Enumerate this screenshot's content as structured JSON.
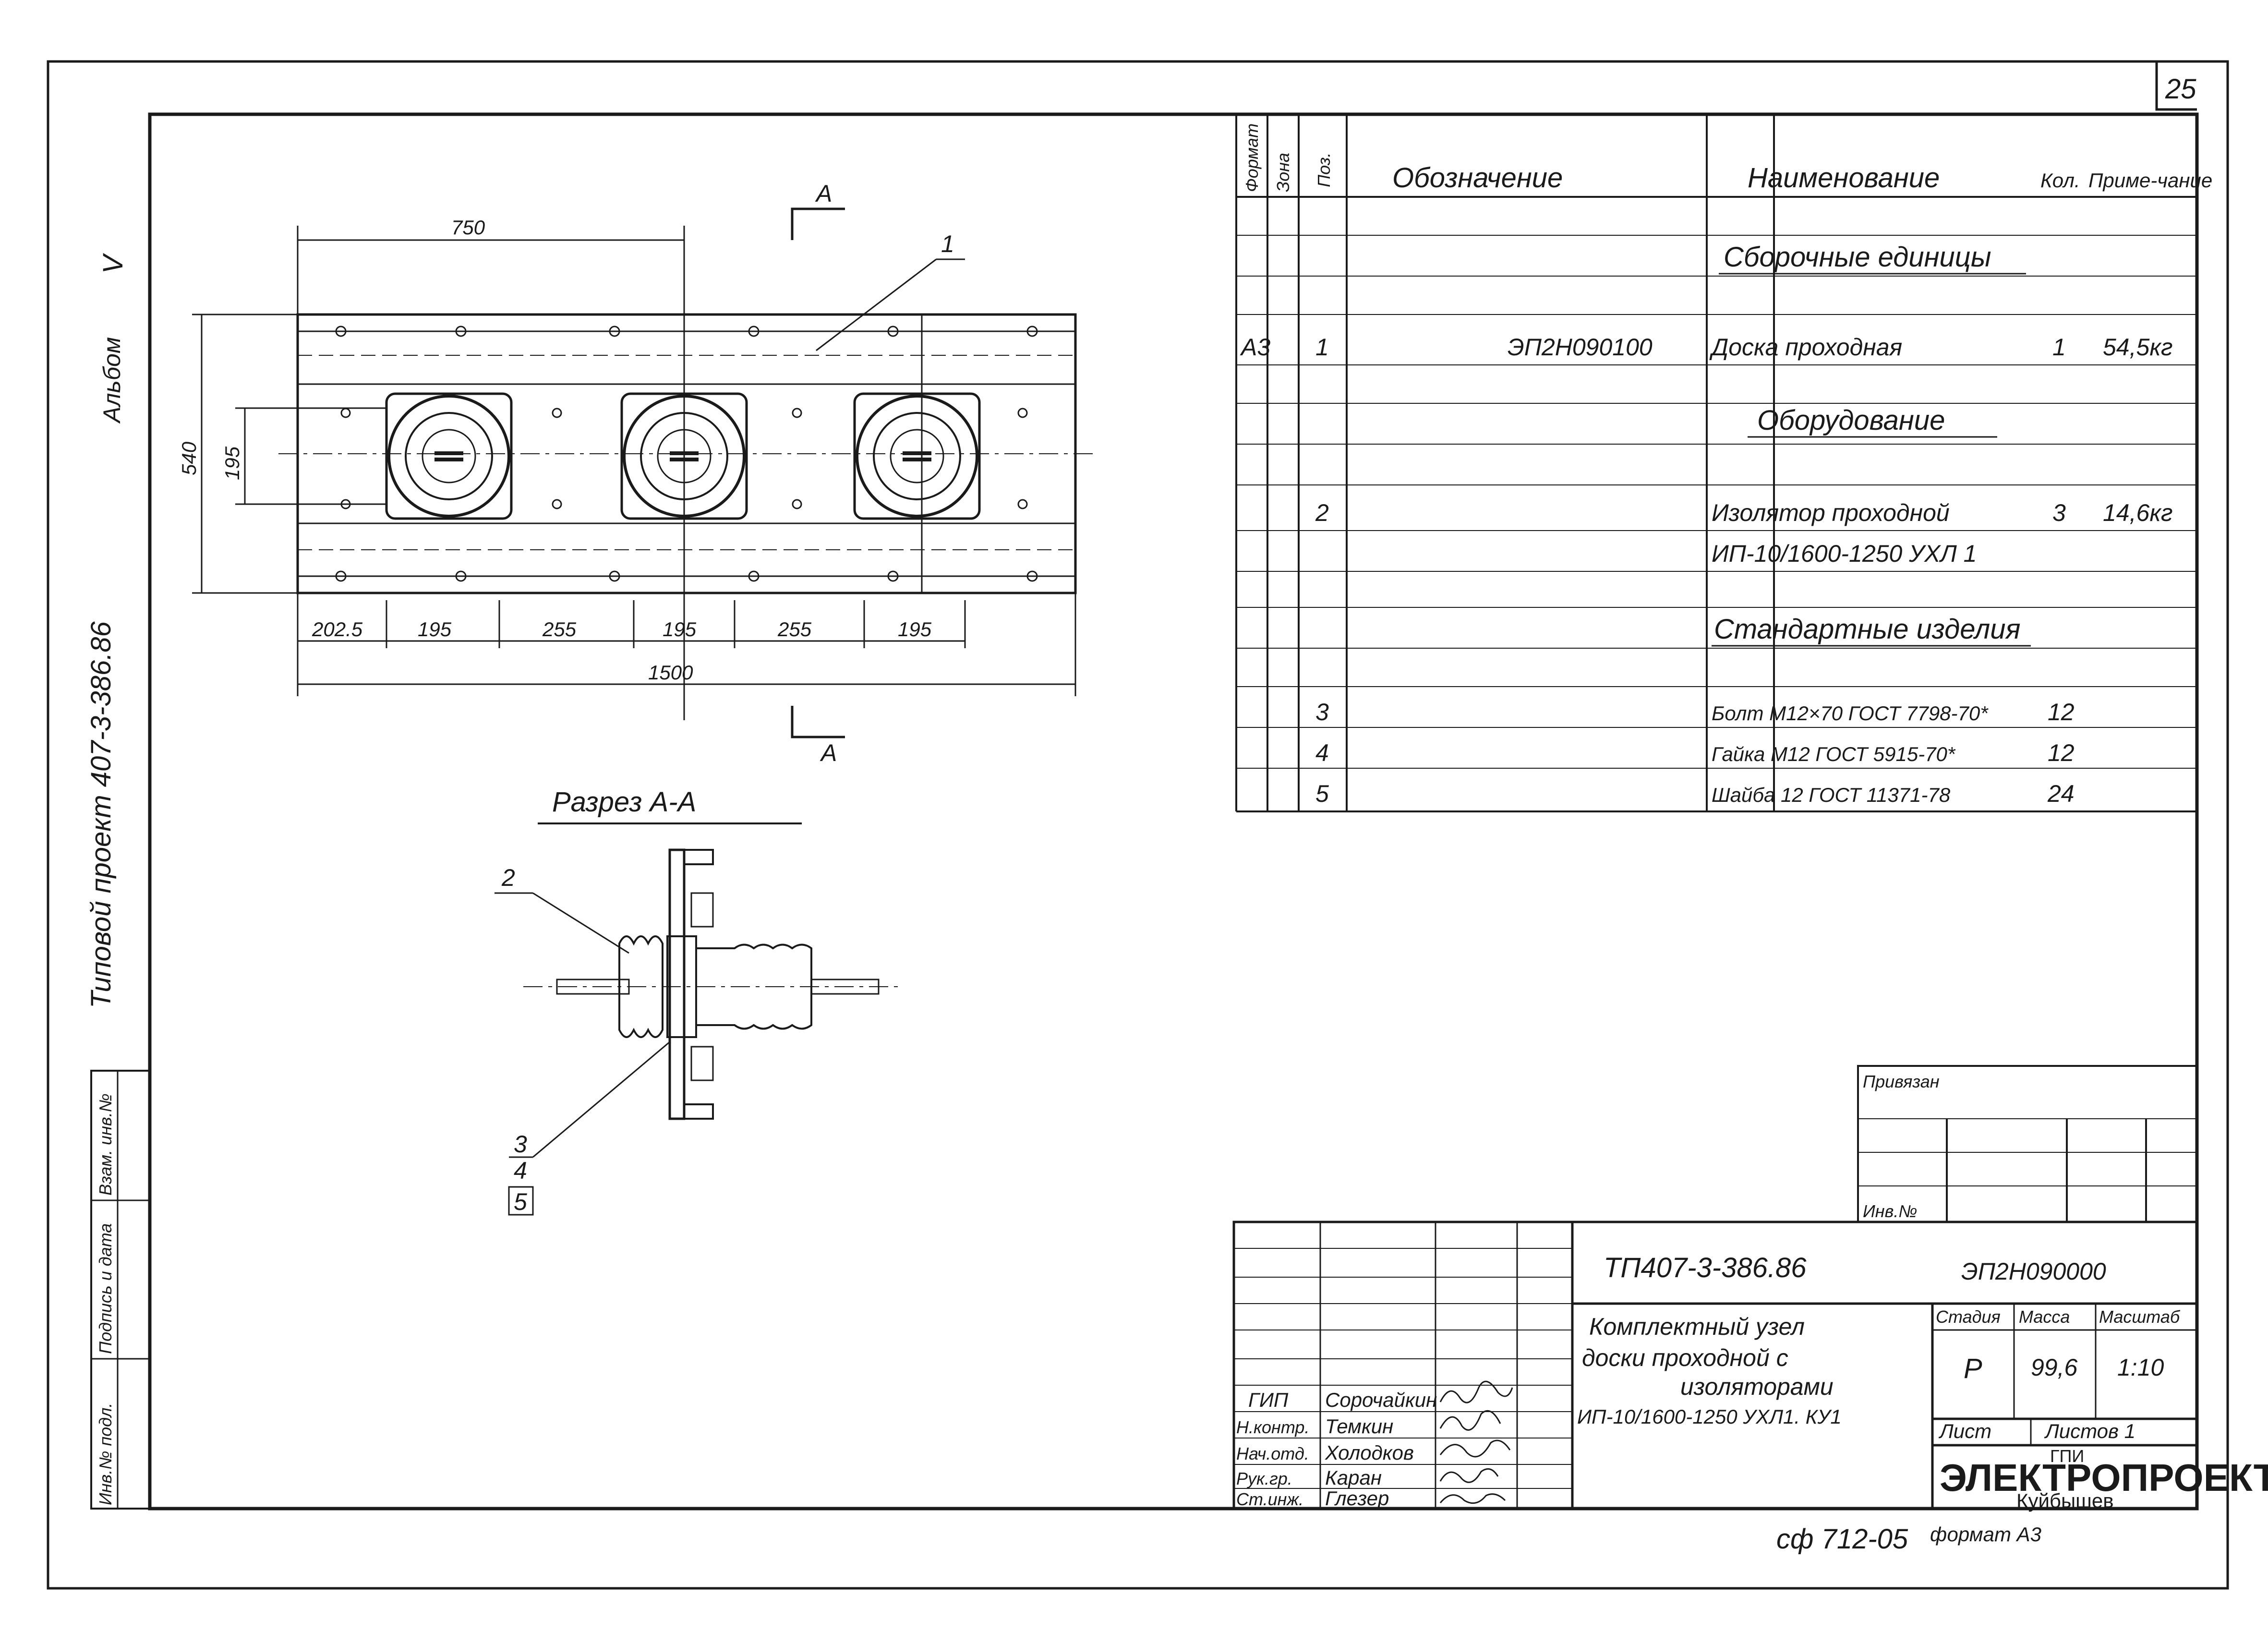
{
  "sheet": {
    "page_number": "25",
    "album_label": "Альбом",
    "album_roman": "V",
    "project_label": "Типовой проект 407-3-386.86",
    "side_stamp": [
      "Инв.№ подл.",
      "Подпись и дата",
      "Взам. инв.№"
    ],
    "copy_code": "сф 712-05",
    "format_label": "формат А3"
  },
  "drawing": {
    "section_mark": "А",
    "dimensions": {
      "top_width": "750",
      "height": "540",
      "inner_height": "195",
      "segments": [
        "202.5",
        "195",
        "255",
        "195",
        "255",
        "195"
      ],
      "total": "1500"
    },
    "callouts": [
      "1",
      "2",
      "3",
      "4",
      "5"
    ],
    "section_title": "Разрез А-А"
  },
  "spec_table": {
    "headers": {
      "format": "Формат",
      "zone": "Зона",
      "pos": "Поз.",
      "designation": "Обозначение",
      "name": "Наименование",
      "qty": "Кол.",
      "note": "Приме-чание"
    },
    "rows": [
      {
        "kind": "section",
        "name": "Сборочные единицы"
      },
      {
        "format": "А3",
        "pos": "1",
        "designation": "ЭП2Н090100",
        "name": "Доска проходная",
        "qty": "1",
        "note": "54,5кг"
      },
      {
        "kind": "section",
        "name": "Оборудование"
      },
      {
        "pos": "2",
        "name": "Изолятор проходной",
        "qty": "3",
        "note": "14,6кг"
      },
      {
        "name": "ИП-10/1600-1250 УХЛ 1"
      },
      {
        "kind": "section",
        "name": "Стандартные изделия"
      },
      {
        "pos": "3",
        "name": "Болт М12×70 ГОСТ 7798-70*",
        "qty": "12"
      },
      {
        "pos": "4",
        "name": "Гайка М12 ГОСТ 5915-70*",
        "qty": "12"
      },
      {
        "pos": "5",
        "name": "Шайба 12 ГОСТ 11371-78",
        "qty": "24"
      }
    ]
  },
  "binding_box": {
    "linked_label": "Привязан",
    "inv_label": "Инв.№"
  },
  "title_block": {
    "project_code": "ТП407-3-386.86",
    "doc_code": "ЭП2Н090000",
    "title_lines": [
      "Комплектный узел",
      "доски проходной с",
      "изоляторами",
      "ИП-10/1600-1250 УХЛ1. КУ1"
    ],
    "stage_label": "Стадия",
    "mass_label": "Масса",
    "scale_label": "Масштаб",
    "stage": "Р",
    "mass": "99,6",
    "scale": "1:10",
    "sheet_label": "Лист",
    "sheets_label": "Листов 1",
    "org_small": "ГПИ",
    "org_name": "ЭЛЕКТРОПРОЕКТ",
    "org_city": "Куйбышев",
    "people": [
      {
        "role": "ГИП",
        "name": "Сорочайкин"
      },
      {
        "role": "Н.контр.",
        "name": "Темкин"
      },
      {
        "role": "Нач.отд.",
        "name": "Холодков"
      },
      {
        "role": "Рук.гр.",
        "name": "Каран"
      },
      {
        "role": "Ст.инж.",
        "name": "Глезер"
      }
    ]
  }
}
